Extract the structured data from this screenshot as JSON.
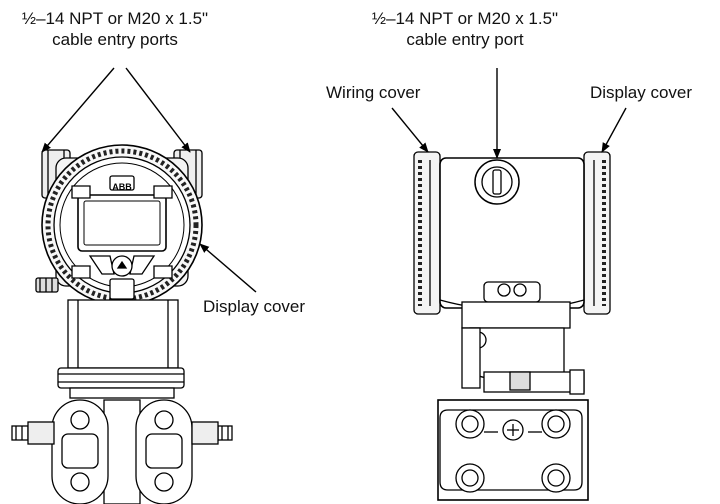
{
  "callouts": {
    "left_ports": {
      "line1": "½–14 NPT or M20 x 1.5\"",
      "line2": "cable entry ports"
    },
    "right_port": {
      "line1": "½–14 NPT or M20 x 1.5\"",
      "line2": "cable entry port"
    },
    "wiring_cover": "Wiring cover",
    "display_cover_right": "Display cover",
    "display_cover_left": "Display cover"
  },
  "logo_text": "ABB",
  "colors": {
    "line": "#000000",
    "shade": "#cfcfcf",
    "dark": "#3a3a3a",
    "background": "#ffffff"
  }
}
